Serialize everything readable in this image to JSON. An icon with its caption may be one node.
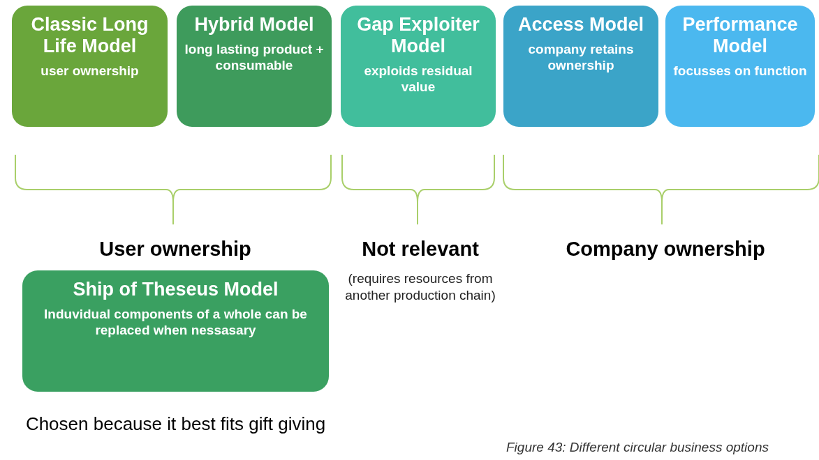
{
  "diagram": {
    "caption": "Figure 43: Different circular business options",
    "nodes": [
      {
        "text": [
          "Classic Long Life Model",
          "user ownership"
        ]
      },
      {
        "text": [
          "Hybrid Model",
          "long lasting product + consumable"
        ]
      },
      {
        "text": [
          "Gap Exploiter Model",
          "exploids residual value"
        ]
      },
      {
        "text": [
          "Access Model",
          "company retains ownership"
        ]
      },
      {
        "text": [
          "Performance Model",
          "focusses on function"
        ]
      },
      {
        "text": [
          "Ship of Theseus Model",
          "Induvidual components of a whole can be replaced when nessasary"
        ],
        "beside": [
          "Chosen because it best fits gift giving"
        ]
      }
    ],
    "edges": [],
    "labels": [
      "User ownership",
      "Not relevant",
      "Company ownership",
      "(requires resources from another production chain)"
    ]
  }
}
